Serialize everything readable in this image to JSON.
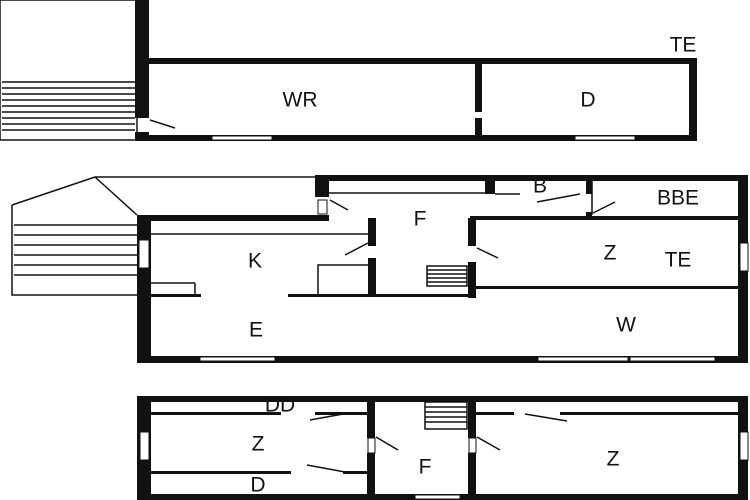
{
  "plan": {
    "top_floor": {
      "rooms": {
        "wr": "WR",
        "d": "D",
        "te": "TE"
      }
    },
    "ground_floor": {
      "rooms": {
        "f": "F",
        "b": "B",
        "bbe": "BBE",
        "k": "K",
        "z": "Z",
        "te": "TE",
        "e": "E",
        "w": "W"
      }
    },
    "bottom_floor": {
      "rooms": {
        "dd": "DD",
        "z_left": "Z",
        "d": "D",
        "f": "F",
        "z_right": "Z"
      }
    }
  }
}
